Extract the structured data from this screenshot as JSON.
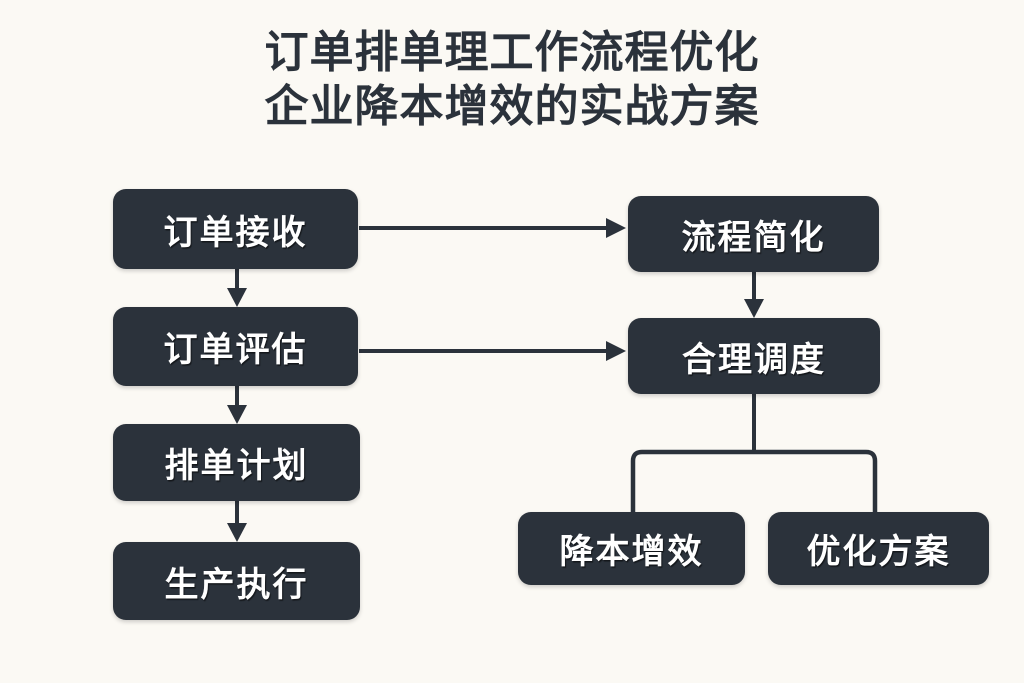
{
  "title": {
    "line1": "订单排单理工作流程优化",
    "line2": "企业降本增效的实战方案"
  },
  "colors": {
    "background": "#FBF9F4",
    "node_fill": "#2B323B",
    "node_text": "#FFFFFF",
    "connector": "#2B323B",
    "title_text": "#2B323B"
  },
  "chart_data": {
    "type": "diagram",
    "diagram_kind": "flowchart",
    "title": "订单排单理工作流程优化 企业降本增效的实战方案",
    "nodes": [
      {
        "id": "order-receive",
        "label": "订单接收",
        "column": "left",
        "order": 1
      },
      {
        "id": "order-assess",
        "label": "订单评估",
        "column": "left",
        "order": 2
      },
      {
        "id": "schedule-plan",
        "label": "排单计划",
        "column": "left",
        "order": 3
      },
      {
        "id": "production",
        "label": "生产执行",
        "column": "left",
        "order": 4
      },
      {
        "id": "process-simplify",
        "label": "流程简化",
        "column": "right",
        "order": 1
      },
      {
        "id": "rational-dispatch",
        "label": "合理调度",
        "column": "right",
        "order": 2
      },
      {
        "id": "cost-reduction",
        "label": "降本增效",
        "column": "bottom",
        "order": 1
      },
      {
        "id": "optimization",
        "label": "优化方案",
        "column": "bottom",
        "order": 2
      }
    ],
    "edges": [
      {
        "from": "order-receive",
        "to": "order-assess",
        "style": "arrow",
        "direction": "down"
      },
      {
        "from": "order-assess",
        "to": "schedule-plan",
        "style": "arrow",
        "direction": "down"
      },
      {
        "from": "schedule-plan",
        "to": "production",
        "style": "arrow",
        "direction": "down"
      },
      {
        "from": "order-receive",
        "to": "process-simplify",
        "style": "arrow",
        "direction": "right"
      },
      {
        "from": "order-assess",
        "to": "rational-dispatch",
        "style": "arrow",
        "direction": "right"
      },
      {
        "from": "process-simplify",
        "to": "rational-dispatch",
        "style": "arrow",
        "direction": "down"
      },
      {
        "from": "rational-dispatch",
        "to": "cost-reduction",
        "style": "line",
        "direction": "down"
      },
      {
        "from": "rational-dispatch",
        "to": "optimization",
        "style": "line",
        "direction": "down"
      }
    ]
  },
  "nodes": {
    "order_receive": "订单接收",
    "order_assess": "订单评估",
    "schedule_plan": "排单计划",
    "production": "生产执行",
    "process_simplify": "流程简化",
    "rational_dispatch": "合理调度",
    "cost_reduction": "降本增效",
    "optimization": "优化方案"
  }
}
